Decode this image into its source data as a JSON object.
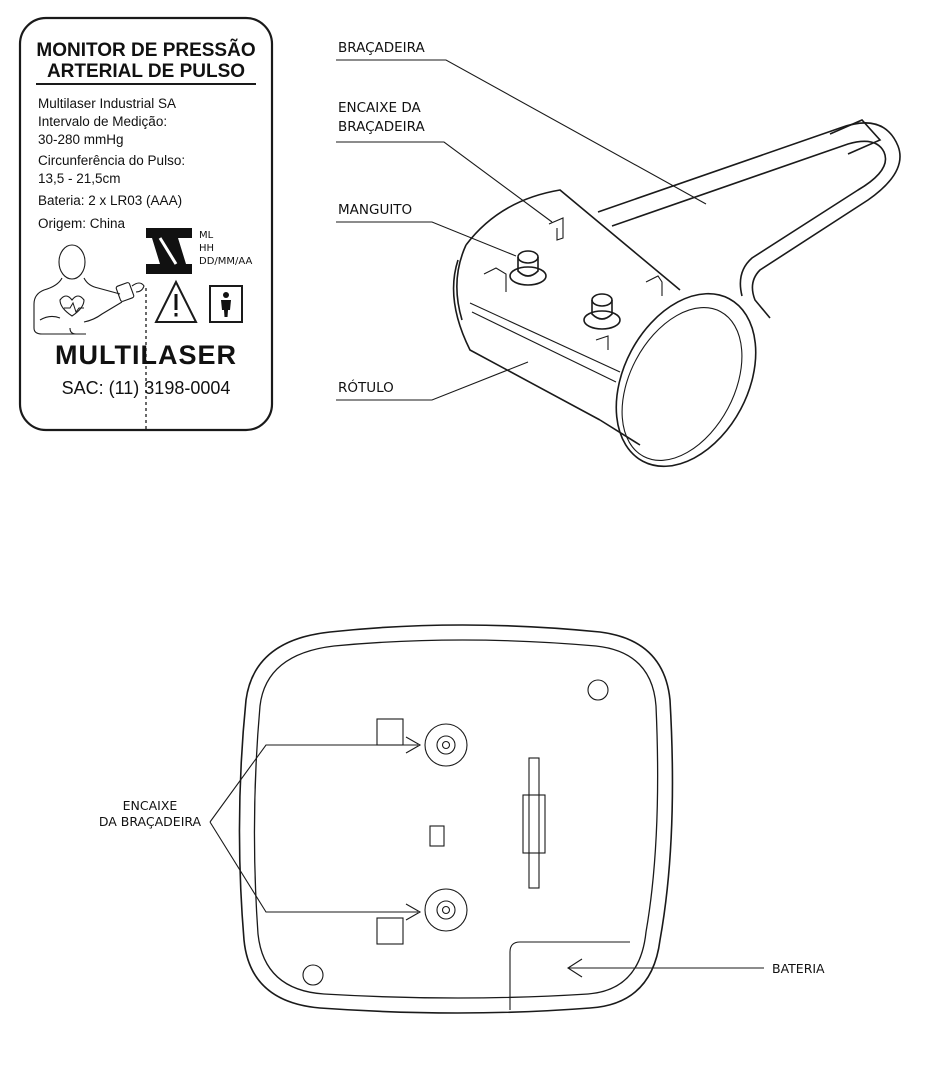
{
  "label_card": {
    "title_line1": "MONITOR DE PRESSÃO",
    "title_line2": "ARTERIAL DE PULSO",
    "lines": [
      "Multilaser Industrial SA",
      "Intervalo de Medição:",
      "30-280 mmHg",
      "Circunferência do Pulso:",
      "13,5 - 21,5cm",
      "Bateria: 2 x LR03 (AAA)",
      "Origem: China"
    ],
    "inmetro_codes": [
      "ML",
      "HH",
      "DD/MM/AA"
    ],
    "brand": "MULTILASER",
    "sac": "SAC: (11) 3198-0004"
  },
  "device_labels": {
    "bracadeira": "BRAÇADEIRA",
    "encaixe_line1": "ENCAIXE DA",
    "encaixe_line2": "BRAÇADEIRA",
    "manguito": "MANGUITO",
    "rotulo": "RÓTULO"
  },
  "back_labels": {
    "encaixe_line1": "ENCAIXE",
    "encaixe_line2": "DA BRAÇADEIRA",
    "bateria": "BATERIA"
  },
  "icons": [
    "person-cuff-icon",
    "inmetro-icon",
    "warning-triangle-icon",
    "bf-person-icon"
  ]
}
